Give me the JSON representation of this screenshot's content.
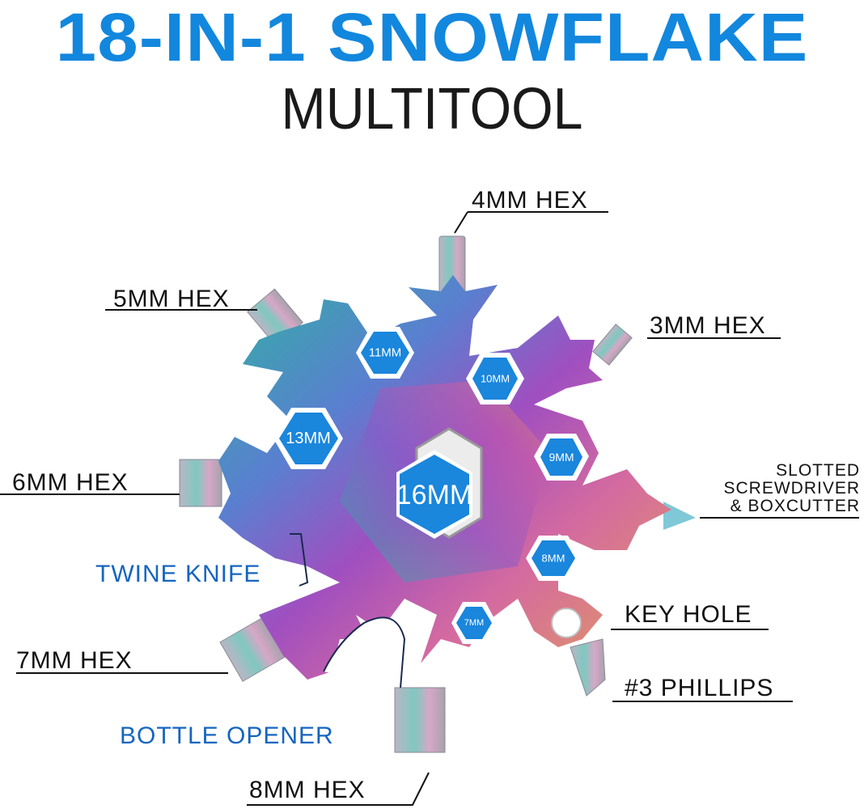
{
  "header": {
    "title": "18-IN-1 SNOWFLAKE",
    "subtitle": "MULTITOOL"
  },
  "colors": {
    "title_blue": "#1287de",
    "hex_blue": "#1a86dc",
    "callout_blue": "#1565c0",
    "text_black": "#111111"
  },
  "wrench_sizes": [
    {
      "label": "16MM",
      "position": "center"
    },
    {
      "label": "13MM",
      "position": "upper-left"
    },
    {
      "label": "11MM",
      "position": "top-left"
    },
    {
      "label": "10MM",
      "position": "top-right"
    },
    {
      "label": "9MM",
      "position": "right"
    },
    {
      "label": "8MM",
      "position": "lower-right"
    },
    {
      "label": "7MM",
      "position": "bottom"
    }
  ],
  "callouts": {
    "hex_4mm": "4MM HEX",
    "hex_5mm": "5MM HEX",
    "hex_3mm": "3MM HEX",
    "hex_6mm": "6MM HEX",
    "slotted_line1": "SLOTTED",
    "slotted_line2": "SCREWDRIVER",
    "slotted_line3": "& BOXCUTTER",
    "twine_knife": "TWINE KNIFE",
    "key_hole": "KEY HOLE",
    "hex_7mm": "7MM HEX",
    "phillips": "#3 PHILLIPS",
    "bottle_opener": "BOTTLE OPENER",
    "hex_8mm": "8MM HEX"
  }
}
